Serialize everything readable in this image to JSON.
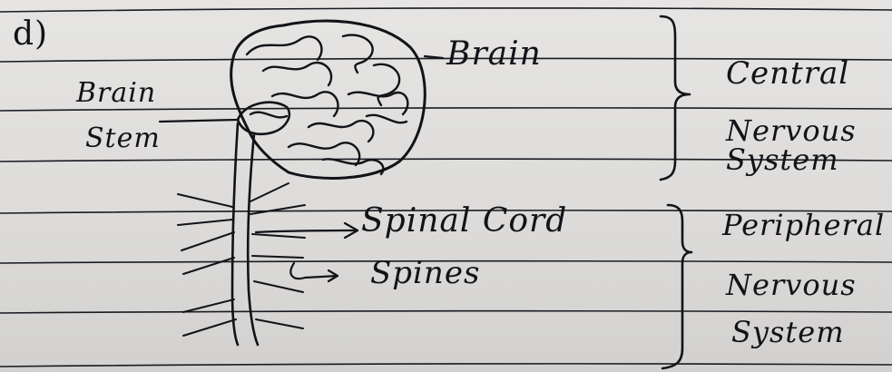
{
  "diagram": {
    "part_label": "d)",
    "labels": {
      "brain": "Brain",
      "brain_stem_line1": "Brain",
      "brain_stem_line2": "Stem",
      "spinal_cord": "Spinal Cord",
      "spines": "Spines"
    },
    "groups": {
      "central": {
        "line1": "Central",
        "line2": "Nervous",
        "line3": "System"
      },
      "peripheral": {
        "line1": "Peripheral",
        "line2": "Nervous",
        "line3": "System"
      }
    }
  },
  "colors": {
    "ink": "#121218",
    "paper": "#e3e2e0",
    "rules": "#1a1a22"
  }
}
